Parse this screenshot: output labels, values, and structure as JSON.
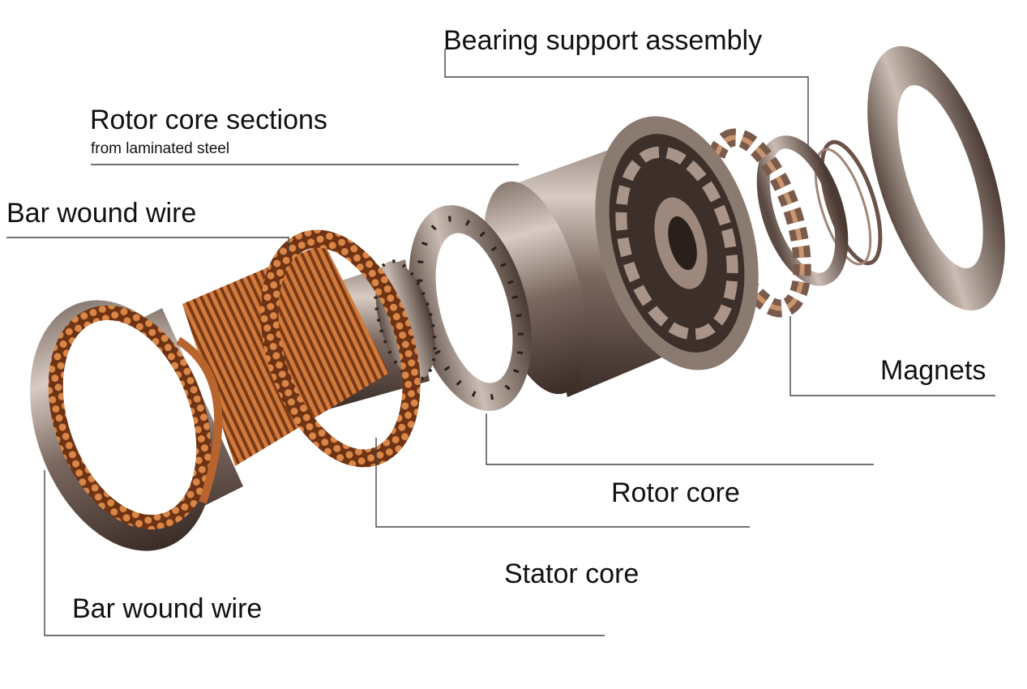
{
  "labels": {
    "bearing": "Bearing support assembly",
    "rotor_sections": "Rotor core sections",
    "rotor_sections_sub": "from laminated steel",
    "bar_wound_top": "Bar wound wire",
    "magnets": "Magnets",
    "rotor_core": "Rotor core",
    "stator_core": "Stator core",
    "bar_wound_bottom": "Bar wound wire"
  },
  "colors": {
    "copper": "#b8642e",
    "copper_dark": "#6e3314",
    "steel_light": "#c9b8ad",
    "steel_dark": "#4a3a33",
    "leader": "#444444"
  }
}
